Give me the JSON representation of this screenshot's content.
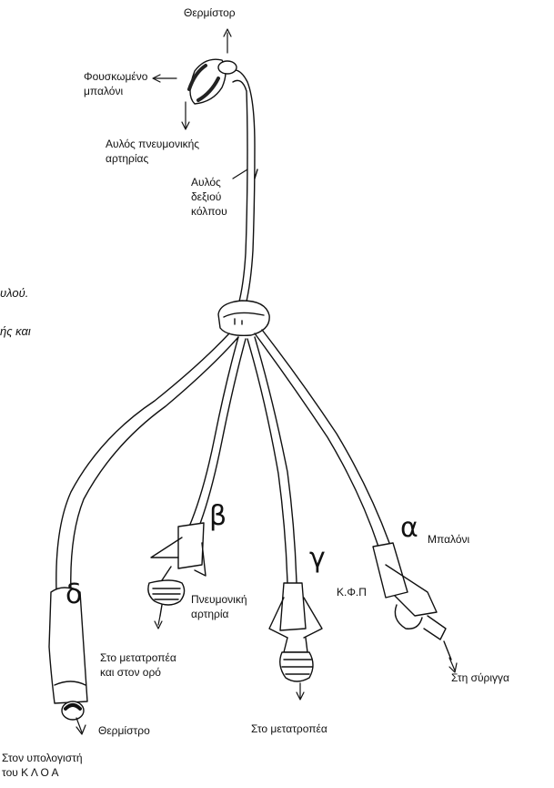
{
  "colors": {
    "ink": "#111111",
    "paper": "#ffffff"
  },
  "labels": {
    "thermistor_top": "Θερμίστορ",
    "inflated_balloon_line1": "Φουσκωμένο",
    "inflated_balloon_line2": "μπαλόνι",
    "pulmonary_artery_lumen_line1": "Αυλός πνευμονικής",
    "pulmonary_artery_lumen_line2": "αρτηρίας",
    "right_atrium_lumen_line1": "Αυλός",
    "right_atrium_lumen_line2": "δεξιού",
    "right_atrium_lumen_line3": "κόλπου",
    "fragment_1": "υλού.",
    "fragment_2": "ής και",
    "branch_alpha": "α",
    "branch_beta": "β",
    "branch_gamma": "γ",
    "branch_delta": "δ",
    "balloon_port": "Μπαλόνι",
    "cvp": "Κ.Φ.Π",
    "pulmonary_artery_port_line1": "Πνευμονική",
    "pulmonary_artery_port_line2": "αρτηρία",
    "to_transducer_and_serum_line1": "Στο μετατροπέα",
    "to_transducer_and_serum_line2": "και στον ορό",
    "to_syringe": "Στη σύριγγα",
    "to_transducer": "Στο μετατροπέα",
    "thermistor_bottom": "Θερμίστρο",
    "to_computer_line1": "Στον υπολογιστή",
    "to_computer_line2": "του Κ Λ Ο Α"
  }
}
